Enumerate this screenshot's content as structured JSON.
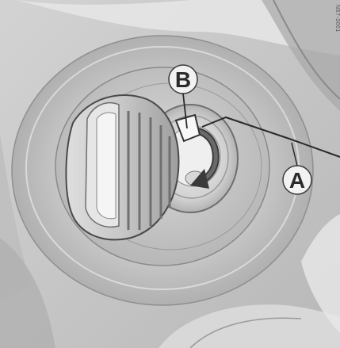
{
  "figure": {
    "kind": "illustration",
    "subject": "lock-cylinder-with-key-cover",
    "callouts": {
      "a": {
        "label": "A"
      },
      "b": {
        "label": "B"
      }
    },
    "side_code": "N57-3061"
  },
  "colors": {
    "background": "#ffffff",
    "paper_gray": "#c9c9c9",
    "dark_gray": "#7a7a7a",
    "light_gray": "#e4e4e4",
    "line": "#2a2a2a"
  }
}
